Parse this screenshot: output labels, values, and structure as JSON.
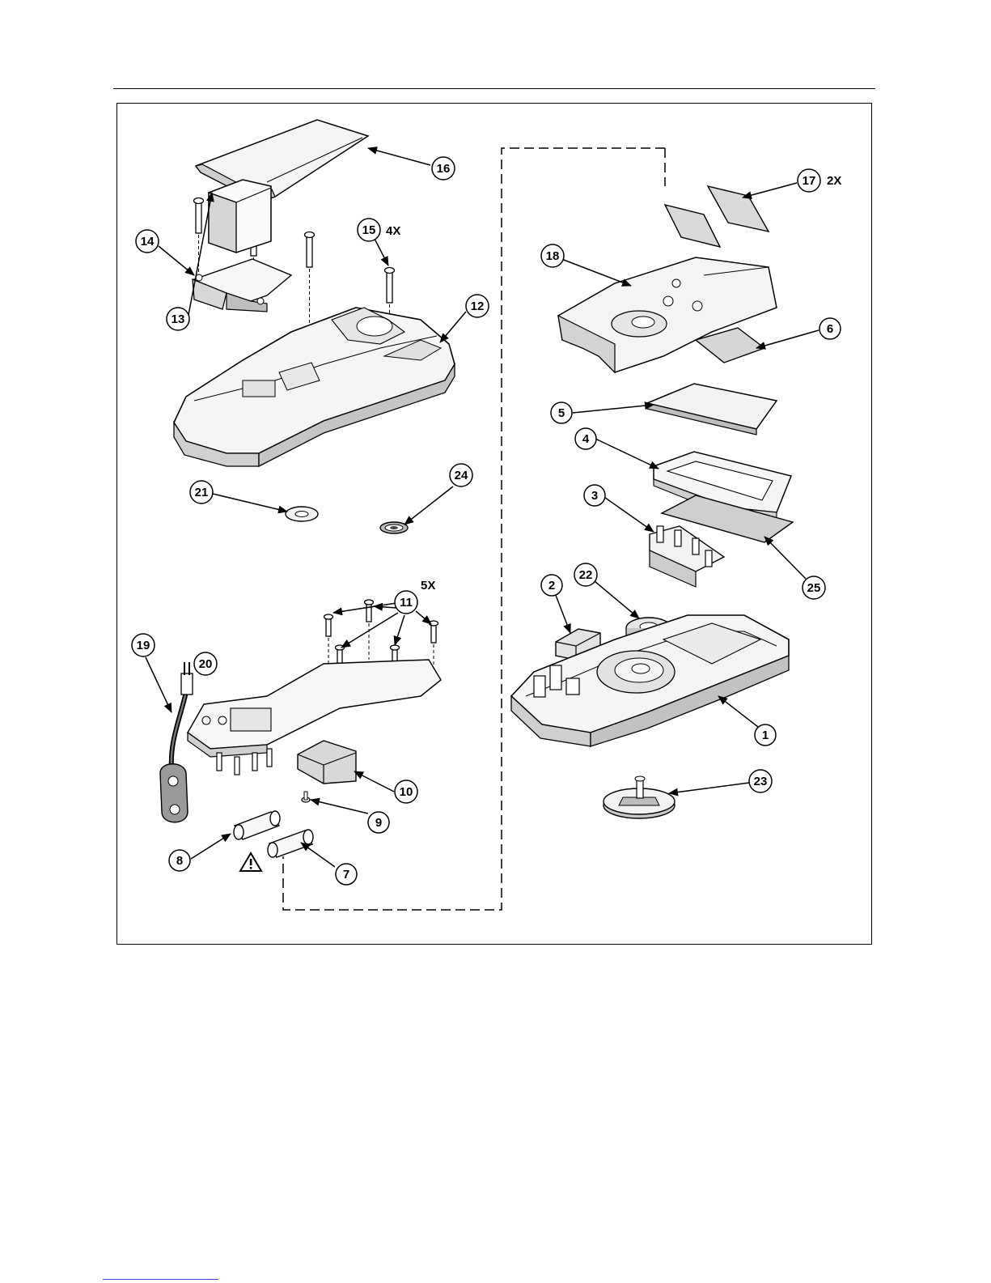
{
  "figure": {
    "callouts": [
      {
        "id": "c1",
        "label": "1"
      },
      {
        "id": "c2",
        "label": "2"
      },
      {
        "id": "c3",
        "label": "3"
      },
      {
        "id": "c4",
        "label": "4"
      },
      {
        "id": "c5",
        "label": "5"
      },
      {
        "id": "c6",
        "label": "6"
      },
      {
        "id": "c7",
        "label": "7"
      },
      {
        "id": "c8",
        "label": "8"
      },
      {
        "id": "c9",
        "label": "9"
      },
      {
        "id": "c10",
        "label": "10"
      },
      {
        "id": "c11",
        "label": "11"
      },
      {
        "id": "c12",
        "label": "12"
      },
      {
        "id": "c13",
        "label": "13"
      },
      {
        "id": "c14",
        "label": "14"
      },
      {
        "id": "c15",
        "label": "15"
      },
      {
        "id": "c16",
        "label": "16"
      },
      {
        "id": "c17",
        "label": "17"
      },
      {
        "id": "c18",
        "label": "18"
      },
      {
        "id": "c19",
        "label": "19"
      },
      {
        "id": "c20",
        "label": "20"
      },
      {
        "id": "c21",
        "label": "21"
      },
      {
        "id": "c22",
        "label": "22"
      },
      {
        "id": "c23",
        "label": "23"
      },
      {
        "id": "c24",
        "label": "24"
      },
      {
        "id": "c25",
        "label": "25"
      }
    ],
    "quantities": {
      "q15": "4X",
      "q17": "2X",
      "q11": "5X"
    },
    "warning_icon": "warning-triangle-icon",
    "colors": {
      "line": "#000000",
      "fill_light": "#f2f2f2",
      "fill_mid": "#d9d9d9",
      "fill_dark": "#9a9a9a"
    }
  }
}
